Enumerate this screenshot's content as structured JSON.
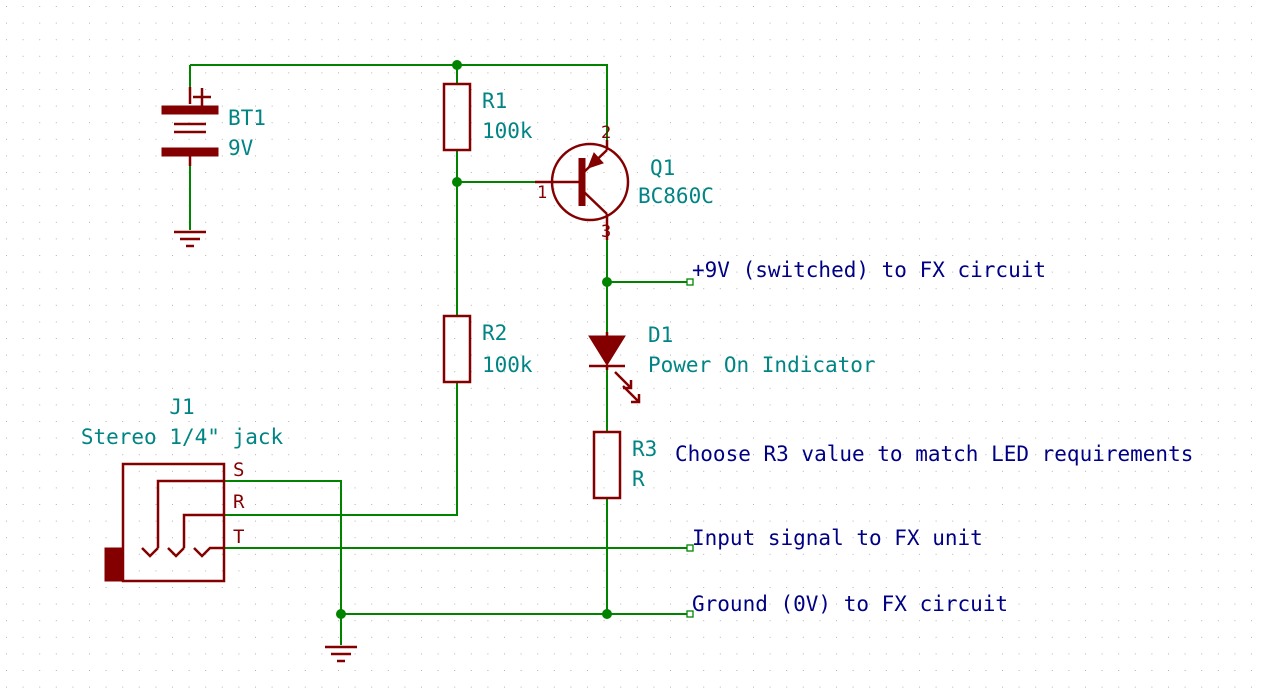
{
  "bt1": {
    "ref": "BT1",
    "value": "9V"
  },
  "r1": {
    "ref": "R1",
    "value": "100k"
  },
  "r2": {
    "ref": "R2",
    "value": "100k"
  },
  "r3": {
    "ref": "R3",
    "value": "R"
  },
  "q1": {
    "ref": "Q1",
    "value": "BC860C",
    "pin_base": "1",
    "pin_emitter": "2",
    "pin_collector": "3"
  },
  "d1": {
    "ref": "D1",
    "value": "Power On Indicator"
  },
  "j1": {
    "ref": "J1",
    "value": "Stereo 1/4\" jack",
    "pins": [
      "S",
      "R",
      "T"
    ]
  },
  "labels": {
    "switched": "+9V (switched) to FX circuit",
    "r3_note": "Choose R3 value to match LED requirements",
    "input": "Input signal to FX unit",
    "ground": "Ground (0V) to FX circuit"
  },
  "colors": {
    "wire": "#008400",
    "component": "#840000",
    "reference": "#008484",
    "net_label": "#000084",
    "grid": "#b4b4b4"
  }
}
